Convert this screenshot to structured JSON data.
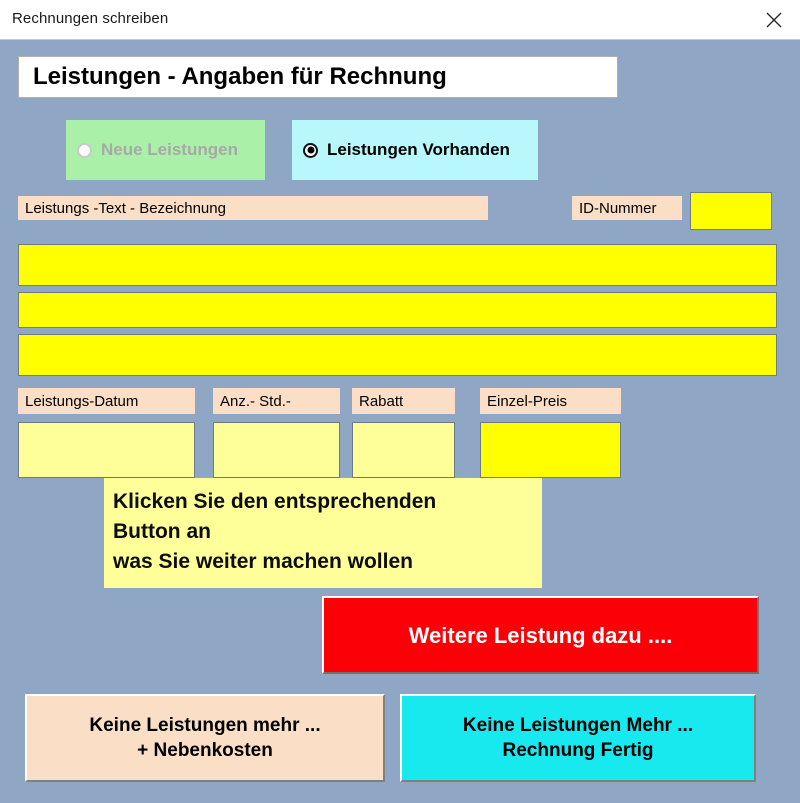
{
  "window": {
    "title": "Rechnungen schreiben",
    "close_icon": "close-icon"
  },
  "header": {
    "title": "Leistungen  -  Angaben für Rechnung"
  },
  "mode_options": [
    {
      "label": "Neue Leistungen",
      "selected": false,
      "disabled": true,
      "panel_color": "#aaf0a8"
    },
    {
      "label": "Leistungen Vorhanden",
      "selected": true,
      "disabled": false,
      "panel_color": "#b8f7fb"
    }
  ],
  "fields": {
    "leistungstext_label": "Leistungs -Text - Bezeichnung",
    "idnummer_label": "ID-Nummer",
    "idnummer_value": "",
    "text_line_1": "",
    "text_line_2": "",
    "text_line_3": "",
    "datum_label": "Leistungs-Datum",
    "datum_value": "",
    "anzstd_label": "Anz.- Std.-",
    "anzstd_value": "",
    "rabatt_label": "Rabatt",
    "rabatt_value": "",
    "einzelpreis_label": "Einzel-Preis",
    "einzelpreis_value": ""
  },
  "instruction": {
    "line1": "Klicken Sie den entsprechenden",
    "line2": "Button an",
    "line3": "was Sie weiter machen wollen"
  },
  "buttons": {
    "weitere_leistung": "Weitere Leistung  dazu ....",
    "nebenkosten_line1": "Keine Leistungen mehr ...",
    "nebenkosten_line2": "+ Nebenkosten",
    "fertig_line1": "Keine Leistungen Mehr ...",
    "fertig_line2": "Rechnung Fertig"
  },
  "colors": {
    "background": "#8fa6c4",
    "label_peach": "#fadfc6",
    "input_yellow": "#ffff00",
    "input_light_yellow": "#ffff99",
    "red_button": "#fb0007",
    "cyan_button": "#17e9ef",
    "green_panel": "#aaf0a8",
    "cyan_panel": "#b8f7fb"
  }
}
